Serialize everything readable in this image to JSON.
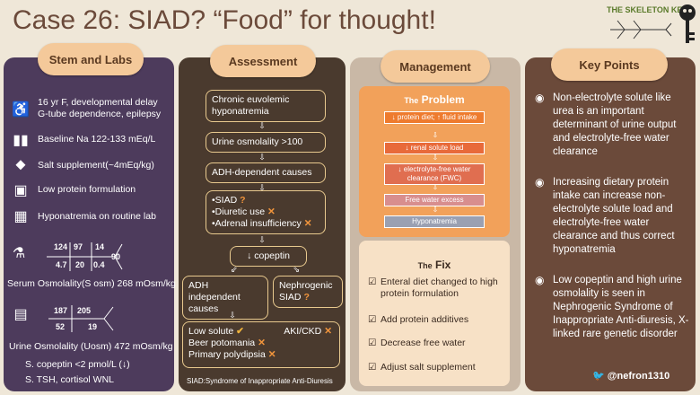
{
  "title": "Case 26:  SIAD? “Food” for thought!",
  "brand": "THE SKELETON KEY",
  "headers": {
    "stem": "Stem and Labs",
    "assessment": "Assessment",
    "management": "Management",
    "key": "Key Points"
  },
  "stem": {
    "line1a": "16 yr F, developmental delay",
    "line1b": "G-tube dependence, epilepsy",
    "baseline": "Baseline Na 122-133 mEq/L",
    "salt": "Salt supplement(~4mEq/kg)",
    "protein": "Low protein formulation",
    "hypo": "Hyponatremia on routine lab",
    "lab_a": [
      "124",
      "97",
      "14"
    ],
    "lab_b": [
      "4.7",
      "20",
      "0.4"
    ],
    "lab_c": "90",
    "sosm": "Serum Osmolality(S osm) 268 mOsm/kg",
    "urine_a": [
      "187",
      "205"
    ],
    "urine_b": [
      "52",
      "19"
    ],
    "uosm": "Urine Osmolality (Uosm) 472 mOsm/kg",
    "copeptin": "S. copeptin <2 pmol/L (↓)",
    "tsh": "S. TSH, cortisol WNL"
  },
  "assessment": {
    "b1": "Chronic euvolemic hyponatremia",
    "b2": "Urine osmolality >100",
    "b3": "ADH-dependent causes",
    "b4a": "•SIAD",
    "b4b": "•Diuretic use",
    "b4c": "•Adrenal insufficiency",
    "b5": "↓ copeptin",
    "b6": "ADH independent causes",
    "b7": "Nephrogenic SIAD",
    "b8a": "Low solute",
    "b8b": "Beer potomania",
    "b8c": "Primary polydipsia",
    "b8d": "AKI/CKD",
    "footer": "SIAD:Syndrome of Inappropriate Anti-Diuresis"
  },
  "problem": {
    "title_small": "The",
    "title": "Problem",
    "items": [
      "↓ protein diet; ↑ fluid intake",
      "↓ renal solute load",
      "↓ electrolyte-free water clearance (FWC)",
      "Free water excess",
      "Hyponatremia"
    ]
  },
  "fix": {
    "title_small": "The",
    "title": "Fix",
    "items": [
      "Enteral diet changed to high protein formulation",
      "Add protein additives",
      "Decrease free water",
      "Adjust salt supplement"
    ]
  },
  "key_points": [
    "Non-electrolyte solute like urea is an important determinant of urine output and electrolyte-free water clearance",
    "Increasing dietary protein intake can increase non-electrolyte solute load and electrolyte-free water clearance and thus correct hyponatremia",
    "Low copeptin and high urine osmolality is seen in Nephrogenic Syndrome of Inappropriate Anti-diuresis, X-linked rare genetic disorder"
  ],
  "handle": "@nefron1310"
}
